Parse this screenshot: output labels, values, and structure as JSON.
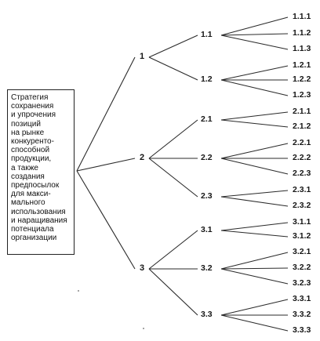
{
  "root": {
    "lines": [
      "Стратегия",
      "сохранения",
      "и упрочения",
      "позиций",
      "на рынке",
      "конкуренто-",
      "способной",
      "продукции,",
      "а также",
      "создания",
      "предпосылок",
      "для макси-",
      "мального",
      "использования",
      "и наращивания",
      "потенциала",
      "организации"
    ]
  },
  "tree": [
    {
      "label": "1",
      "children": [
        {
          "label": "1.1",
          "leaves": [
            "1.1.1",
            "1.1.2",
            "1.1.3"
          ]
        },
        {
          "label": "1.2",
          "leaves": [
            "1.2.1",
            "1.2.2",
            "1.2.3"
          ]
        }
      ]
    },
    {
      "label": "2",
      "children": [
        {
          "label": "2.1",
          "leaves": [
            "2.1.1",
            "2.1.2"
          ]
        },
        {
          "label": "2.2",
          "leaves": [
            "2.2.1",
            "2.2.2",
            "2.2.3"
          ]
        },
        {
          "label": "2.3",
          "leaves": [
            "2.3.1",
            "2.3.2"
          ]
        }
      ]
    },
    {
      "label": "3",
      "children": [
        {
          "label": "3.1",
          "leaves": [
            "3.1.1",
            "3.1.2"
          ]
        },
        {
          "label": "3.2",
          "leaves": [
            "3.2.1",
            "3.2.2",
            "3.2.3"
          ]
        },
        {
          "label": "3.3",
          "leaves": [
            "3.3.1",
            "3.3.2",
            "3.3.3"
          ]
        }
      ]
    }
  ]
}
